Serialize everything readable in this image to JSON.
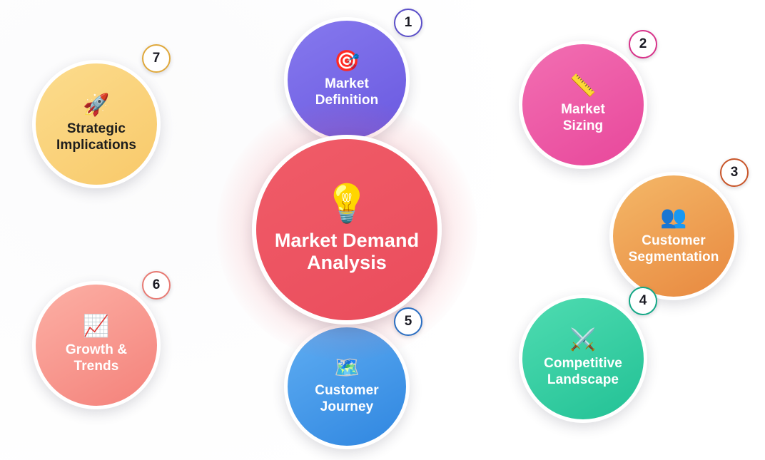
{
  "diagram": {
    "type": "mind-map",
    "title": "Market Demand Analysis",
    "background_color": "#ffffff",
    "center": {
      "label_line1": "Market Demand",
      "label_line2": "Analysis",
      "icon": "light-bulb-emoji",
      "glyph": "💡",
      "color": "#ee525e",
      "text_color": "#ffffff"
    },
    "nodes": [
      {
        "number": "1",
        "label_line1": "Market",
        "label_line2": "Definition",
        "icon": "dart-target-emoji",
        "glyph": "🎯",
        "color": "#7b6ee8",
        "color_end": "#6f5fe3",
        "text_color": "#ffffff",
        "badge_border": "#5b4fc9"
      },
      {
        "number": "2",
        "label_line1": "Market",
        "label_line2": "Sizing",
        "icon": "straight-ruler-emoji",
        "glyph": "📏",
        "color": "#f05fa8",
        "color_end": "#e8479b",
        "text_color": "#ffffff",
        "badge_border": "#d8338a"
      },
      {
        "number": "3",
        "label_line1": "Customer",
        "label_line2": "Segmentation",
        "icon": "busts-in-silhouette-emoji",
        "glyph": "👥",
        "color": "#f2b15c",
        "color_end": "#e8883f",
        "text_color": "#ffffff",
        "badge_border": "#c9562a"
      },
      {
        "number": "4",
        "label_line1": "Competitive",
        "label_line2": "Landscape",
        "icon": "crossed-swords-emoji",
        "glyph": "⚔️",
        "color": "#43d9ad",
        "color_end": "#24c397",
        "text_color": "#ffffff",
        "badge_border": "#14a886"
      },
      {
        "number": "5",
        "label_line1": "Customer",
        "label_line2": "Journey",
        "icon": "world-map-emoji",
        "glyph": "🗺️",
        "color": "#57a6ef",
        "color_end": "#2f86e0",
        "text_color": "#ffffff",
        "badge_border": "#2a6ec2"
      },
      {
        "number": "6",
        "label_line1": "Growth &",
        "label_line2": "Trends",
        "icon": "chart-increasing-emoji",
        "glyph": "📈",
        "color": "#fba79c",
        "color_end": "#f4817a",
        "text_color": "#ffffff",
        "badge_border": "#e87b74"
      },
      {
        "number": "7",
        "label_line1": "Strategic",
        "label_line2": "Implications",
        "icon": "rocket-emoji",
        "glyph": "🚀",
        "color": "#fcdc8d",
        "color_end": "#f8c96a",
        "text_color": "#1d1d1d",
        "badge_border": "#e0a93c"
      }
    ]
  }
}
